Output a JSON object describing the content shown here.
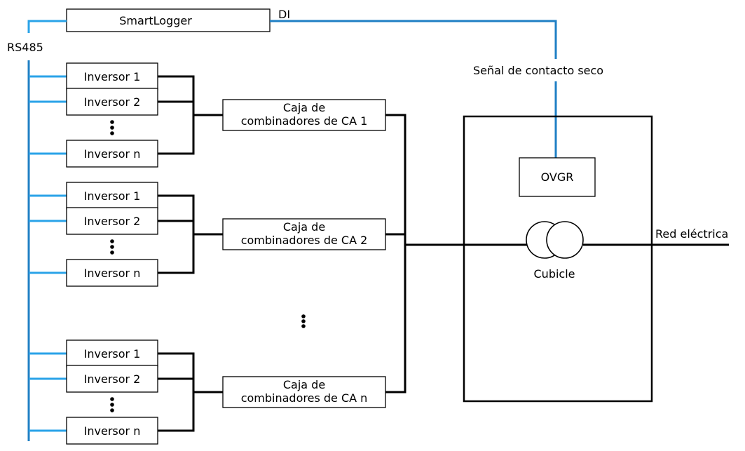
{
  "smartlogger": "SmartLogger",
  "di": "DI",
  "rs485": "RS485",
  "dry_contact": "Señal de contacto seco",
  "ovgr": "OVGR",
  "cubicle": "Cubicle",
  "grid": "Red eléctrica",
  "groups": [
    {
      "inverters": [
        "Inversor 1",
        "Inversor 2",
        "Inversor n"
      ],
      "combiner": [
        "Caja de",
        "combinadores de CA 1"
      ]
    },
    {
      "inverters": [
        "Inversor 1",
        "Inversor 2",
        "Inversor n"
      ],
      "combiner": [
        "Caja de",
        "combinadores de CA 2"
      ]
    },
    {
      "inverters": [
        "Inversor 1",
        "Inversor 2",
        "Inversor n"
      ],
      "combiner": [
        "Caja de",
        "combinadores de CA n"
      ]
    }
  ],
  "colors": {
    "dark_blue_line": "#1f7fc4",
    "light_blue_line": "#2aa3e8",
    "line": "#000000"
  }
}
